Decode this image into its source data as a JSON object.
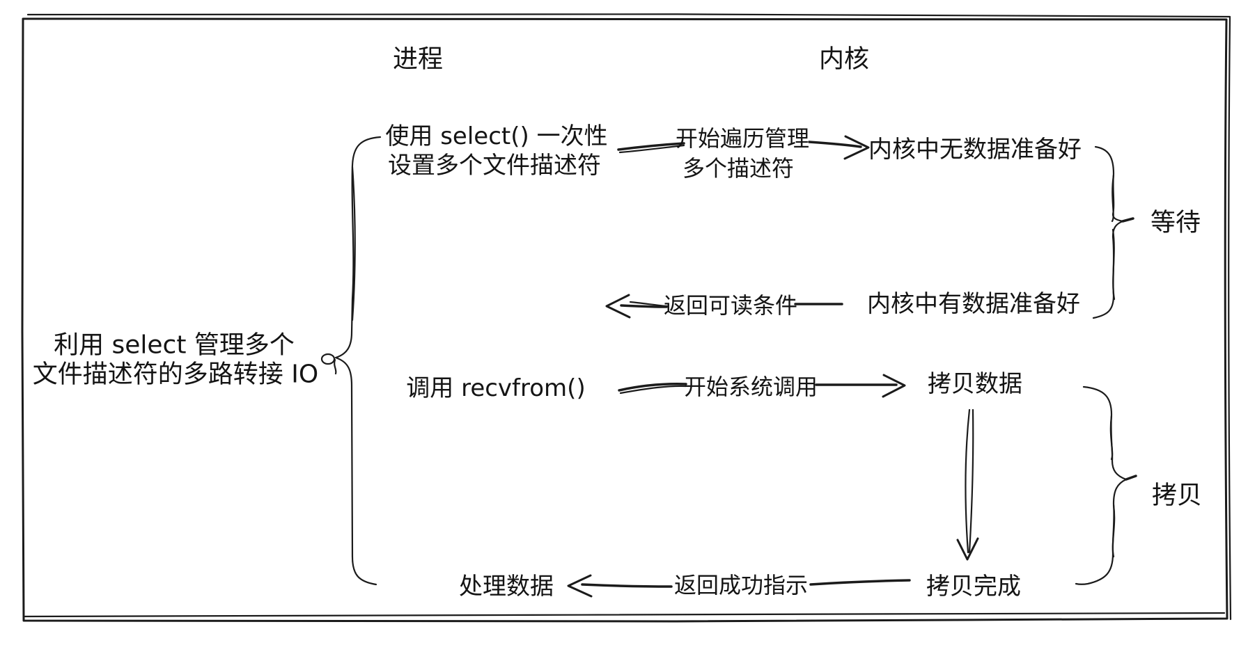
{
  "canvas": {
    "background": "#ffffff",
    "ink_color": "#1b1b1b",
    "style": "hand-drawn sketch diagram"
  },
  "headers": {
    "process": "进程",
    "kernel": "内核"
  },
  "left_label": {
    "line1": "利用 select 管理多个",
    "line2": "文件描述符的多路转接 IO"
  },
  "process_column": {
    "step1_line1": "使用 select() 一次性",
    "step1_line2": "设置多个文件描述符",
    "step2": "调用 recvfrom()",
    "step3": "处理数据"
  },
  "kernel_column": {
    "state1": "内核中无数据准备好",
    "state2": "内核中有数据准备好",
    "state3": "拷贝数据",
    "state4": "拷贝完成"
  },
  "arrow_labels": {
    "start_traverse_line1": "开始遍历管理",
    "start_traverse_line2": "多个描述符",
    "return_readable": "返回可读条件",
    "start_syscall": "开始系统调用",
    "return_success": "返回成功指示"
  },
  "phase_labels": {
    "wait": "等待",
    "copy": "拷贝"
  }
}
